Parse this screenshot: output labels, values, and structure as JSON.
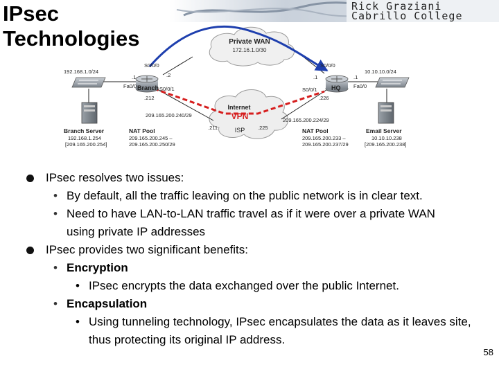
{
  "slide": {
    "title_line1": "IPsec",
    "title_line2": "Technologies",
    "logo_line1": "Rick Graziani",
    "logo_line2": "Cabrillo College",
    "page_number": "58"
  },
  "diagram": {
    "private_wan_label": "Private WAN",
    "private_wan_net": "172.16.1.0/30",
    "internet_label": "Internet",
    "vpn_label": "VPN",
    "isp_label": "ISP",
    "branch": {
      "lan": "192.168.1.0/24",
      "s000": "S0/0/0",
      "s000_ip": ".2",
      "fa0": "Fa0/0",
      "fa0_ip": ".1",
      "name": "Branch",
      "s001": "S0/0/1",
      "s001_ip": ".212",
      "isp_side_ip": ".211",
      "wan_net": "209.165.200.240/29",
      "server_name": "Branch Server",
      "server_ip": "192.168.1.254",
      "server_public": "[209.165.200.254]",
      "nat_title": "NAT Pool",
      "nat_line1": "209.165.200.245 –",
      "nat_line2": "209.165.200.250/29"
    },
    "hq": {
      "lan": "10.10.10.0/24",
      "s000": "S0/0/0",
      "s000_ip": ".1",
      "fa0": "Fa0/0",
      "fa0_ip": ".1",
      "name": "HQ",
      "s001": "S0/0/1",
      "s001_ip": ".226",
      "isp_side_ip": ".225",
      "wan_net": "209.165.200.224/29",
      "server_name": "Email Server",
      "server_ip": "10.10.10.238",
      "server_public": "[209.165.200.238]",
      "nat_title": "NAT Pool",
      "nat_line1": "209.165.200.233 –",
      "nat_line2": "209.165.200.237/29"
    }
  },
  "bullets": {
    "b1": "IPsec resolves two issues:",
    "b1_s1": "By default, all the traffic leaving on the public network is in clear text.",
    "b1_s2_line1": "Need to have LAN-to-LAN traffic travel as if it were over a private WAN",
    "b1_s2_line2": "using private IP addresses",
    "b2": "IPsec provides two significant benefits:",
    "b2_s1": "Encryption",
    "b2_s1_sub": "IPsec encrypts the data exchanged over the public Internet.",
    "b2_s2": "Encapsulation",
    "b2_s2_sub_line1": "Using tunneling technology, IPsec encapsulates the data as it",
    "b2_s2_sub_line2": "leaves site, thus protecting its original IP address."
  }
}
